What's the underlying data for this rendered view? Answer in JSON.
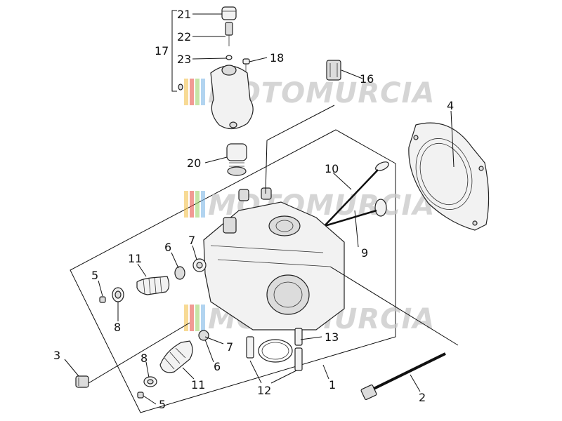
{
  "watermark": {
    "text": "MOTOMURCIA",
    "colors": [
      "#f2c14e",
      "#e8574d",
      "#9fd36a",
      "#7fb7e6"
    ]
  },
  "callouts": [
    {
      "id": "c21",
      "text": "21"
    },
    {
      "id": "c22",
      "text": "22"
    },
    {
      "id": "c17",
      "text": "17"
    },
    {
      "id": "c23",
      "text": "23"
    },
    {
      "id": "c18",
      "text": "18"
    },
    {
      "id": "c16",
      "text": "16"
    },
    {
      "id": "c4",
      "text": "4"
    },
    {
      "id": "c20",
      "text": "20"
    },
    {
      "id": "c10",
      "text": "10"
    },
    {
      "id": "c9",
      "text": "9"
    },
    {
      "id": "c6a",
      "text": "6"
    },
    {
      "id": "c7a",
      "text": "7"
    },
    {
      "id": "c11a",
      "text": "11"
    },
    {
      "id": "c5a",
      "text": "5"
    },
    {
      "id": "c8a",
      "text": "8"
    },
    {
      "id": "c13",
      "text": "13"
    },
    {
      "id": "c7b",
      "text": "7"
    },
    {
      "id": "c3",
      "text": "3"
    },
    {
      "id": "c8b",
      "text": "8"
    },
    {
      "id": "c6b",
      "text": "6"
    },
    {
      "id": "c11b",
      "text": "11"
    },
    {
      "id": "c1",
      "text": "1"
    },
    {
      "id": "c12",
      "text": "12"
    },
    {
      "id": "c5b",
      "text": "5"
    },
    {
      "id": "c2",
      "text": "2"
    }
  ]
}
